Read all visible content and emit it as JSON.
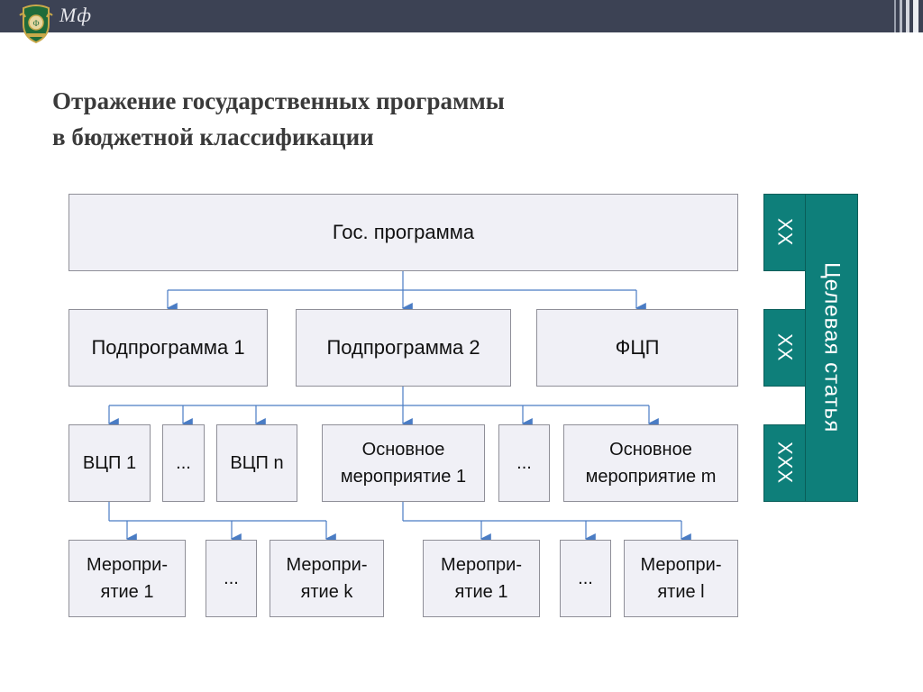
{
  "header": {
    "logo_text": "Мф"
  },
  "title": {
    "line1": "Отражение государственных программы",
    "line2": "в бюджетной классификации"
  },
  "diagram": {
    "root": "Гос. программа",
    "level2": [
      "Подпрограмма 1",
      "Подпрограмма 2",
      "ФЦП"
    ],
    "level3": [
      "ВЦП 1",
      "...",
      "ВЦП n",
      "Основное\nмероприятие 1",
      "...",
      "Основное\nмероприятие m"
    ],
    "level4": [
      "Меропри-\nятие 1",
      "...",
      "Меропри-\nятие k",
      "Меропри-\nятие 1",
      "...",
      "Меропри-\nятие l"
    ]
  },
  "side": {
    "codes": [
      "XX",
      "XX",
      "XXX"
    ],
    "label": "Целевая статья"
  },
  "colors": {
    "banner": "#3c4254",
    "box_fill": "#f0f0f6",
    "box_border": "#8f8f98",
    "connector": "#4a7cc4",
    "teal": "#0e7f7a"
  }
}
